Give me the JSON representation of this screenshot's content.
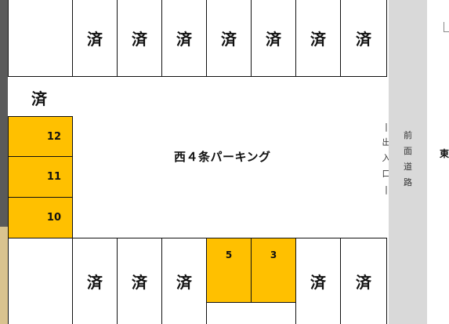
{
  "lot_name": "西４条パーキング",
  "entrance_label": [
    "|",
    "出",
    "入",
    "口",
    "|"
  ],
  "road_label": [
    "前",
    "面",
    "道",
    "路"
  ],
  "east_label": "東",
  "spaces": {
    "top": [
      "",
      "済",
      "済",
      "済",
      "済",
      "済",
      "済",
      "済"
    ],
    "left": [
      "済",
      "12",
      "11",
      "10"
    ],
    "bottom": [
      "",
      "済",
      "済",
      "済",
      "5",
      "3",
      "済",
      "済"
    ]
  },
  "status_colors": {
    "occupied": "#ffffff",
    "available": "#ffc000"
  }
}
